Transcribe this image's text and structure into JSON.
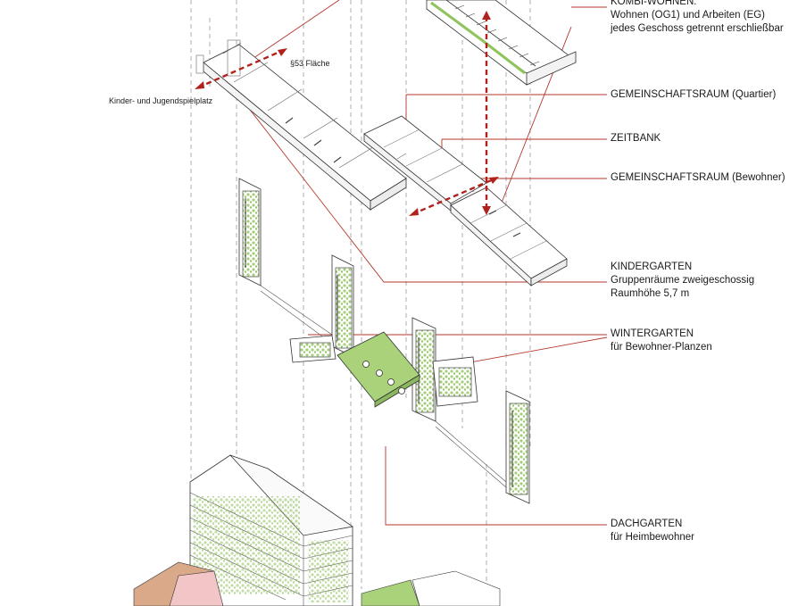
{
  "labels": {
    "kombi": {
      "title": "KOMBI-WOHNEN:",
      "line1": "Wohnen (OG1) und Arbeiten (EG)",
      "line2": "jedes Geschoss getrennt erschließbar"
    },
    "gemeinschaft_quartier": "GEMEINSCHAFTSRAUM (Quartier)",
    "zeitbank": "ZEITBANK",
    "gemeinschaft_bewohner": "GEMEINSCHAFTSRAUM (Bewohner)",
    "kindergarten": {
      "title": "KINDERGARTEN",
      "line1": "Gruppenräume zweigeschossig",
      "line2": "Raumhöhe 5,7 m"
    },
    "wintergarten": {
      "title": "WINTERGARTEN",
      "line1": "für Bewohner-Planzen"
    },
    "dachgarten": {
      "title": "DACHGARTEN",
      "line1": "für Heimbewohner"
    },
    "flaeche": "§53 Fläche",
    "spielplatz": "Kinder- und Jugendspielplatz"
  },
  "colors": {
    "leader_line": "#b5372c",
    "arrow": "#b0221b",
    "green_roof": "#a9d27a",
    "plant": "#8fc45a",
    "pink_ground": "#f2c6c6",
    "brown_ground": "#d9a98a",
    "line": "#333333",
    "guide": "#888888"
  }
}
